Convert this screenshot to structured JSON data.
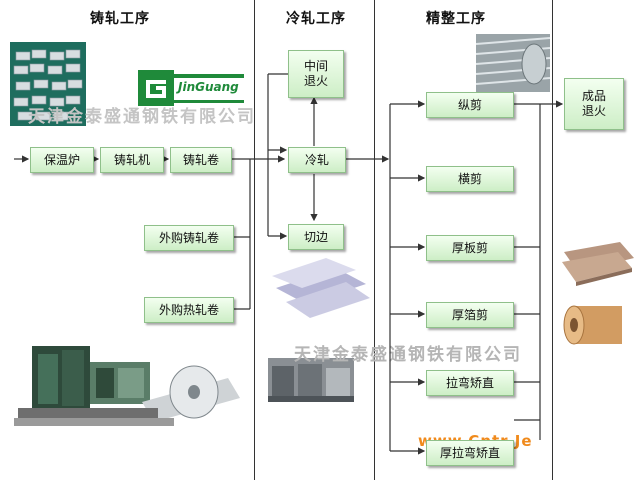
{
  "sections": {
    "casting": "铸轧工序",
    "cold_rolling": "冷轧工序",
    "finishing": "精整工序"
  },
  "boxes": {
    "holding_furnace": "保温炉",
    "caster": "铸轧机",
    "cast_coil": "铸轧卷",
    "purchased_cast_coil": "外购铸轧卷",
    "purchased_hot_coil": "外购热轧卷",
    "intermediate_annealing": "中间\n退火",
    "cold_rolling": "冷轧",
    "edge_trimming": "切边",
    "slitting": "纵剪",
    "cross_cutting": "横剪",
    "thick_plate_shear": "厚板剪",
    "thick_foil_shear": "厚箔剪",
    "tension_leveling_1": "拉弯矫直",
    "tension_leveling_2": "厚拉弯矫直",
    "final_annealing": "成品\n退火"
  },
  "watermarks": {
    "logo_text": "JinGuang",
    "company_1": "天津金泰盛通钢铁有限公司",
    "company_2": "天津金泰盛通钢铁有限公司",
    "url": "www.Cntr  Je"
  },
  "colors": {
    "box_fill": "#d6f2cf",
    "box_border": "#8fc08a",
    "logo_green": "#1f8a3a",
    "watermark_orange": "#f08a1c",
    "watermark_grey": "#b5b5b5"
  }
}
